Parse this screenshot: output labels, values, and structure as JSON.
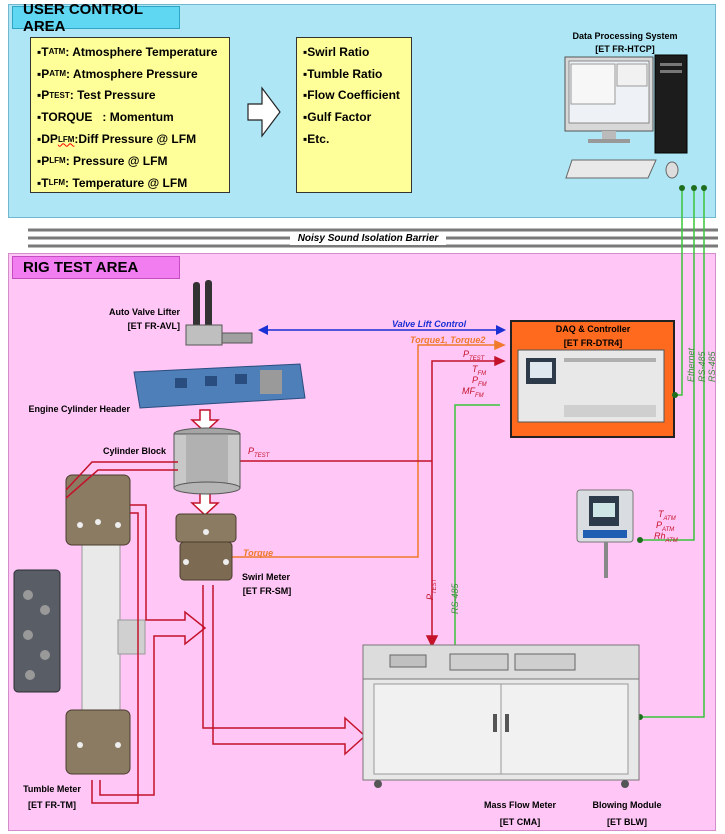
{
  "user_area": {
    "title": "USER CONTROL AREA",
    "left_params": [
      {
        "main": "T",
        "sub": "ATM",
        "desc": " : Atmosphere Temperature"
      },
      {
        "main": "P",
        "sub": "ATM",
        "desc": " : Atmosphere Pressure"
      },
      {
        "main": "P",
        "sub": "TEST",
        "desc": " : Test Pressure"
      },
      {
        "main": "TORQUE",
        "sub": "",
        "desc": "   : Momentum"
      },
      {
        "main": "DP",
        "sub": "LFM",
        "desc": ":Diff Pressure @ LFM"
      },
      {
        "main": "P",
        "sub": "LFM",
        "desc": ": Pressure @ LFM"
      },
      {
        "main": "T",
        "sub": "LFM",
        "desc": ": Temperature @ LFM"
      }
    ],
    "right_params": [
      "Swirl Ratio",
      "Tumble Ratio",
      "Flow Coefficient",
      "Gulf Factor",
      "Etc."
    ],
    "dps_title": "Data Processing System",
    "dps_code": "[ET FR-HTCP]"
  },
  "barrier": "Noisy Sound Isolation Barrier",
  "rig_area": {
    "title": "RIG TEST AREA",
    "valve_lifter": "Auto Valve Lifter",
    "valve_lifter_code": "[ET FR-AVL]",
    "cylinder_header": "Engine Cylinder Header",
    "cylinder_block": "Cylinder Block",
    "swirl_meter": "Swirl Meter",
    "swirl_meter_code": "[ET FR-SM]",
    "tumble_meter": "Tumble Meter",
    "tumble_meter_code": "[ET FR-TM]",
    "mass_flow": "Mass Flow Meter",
    "mass_flow_code": "[ET CMA]",
    "blowing": "Blowing Module",
    "blowing_code": "[ET BLW]",
    "daq_title": "DAQ & Controller",
    "daq_code": "[ET FR-DTR4]"
  },
  "signals": {
    "valve_lift_control": "Valve Lift Control",
    "torque12": "Torque1, Torque2",
    "ptest": {
      "main": "P",
      "sub": "TEST"
    },
    "tfm": {
      "main": "T",
      "sub": "FM"
    },
    "pfm": {
      "main": "P",
      "sub": "FM"
    },
    "mffm": {
      "main": "MF",
      "sub": "FM"
    },
    "ptest_block": {
      "main": "P",
      "sub": "TEST"
    },
    "torque": "Torque",
    "ptest_vertical": {
      "main": "P",
      "sub": "TEST"
    },
    "rs485_vertical": "RS-485",
    "ethernet": "Ethernet",
    "rs485_a": "RS-485",
    "rs485_b": "RS-485",
    "tatm": {
      "main": "T",
      "sub": "ATM"
    },
    "patm": {
      "main": "P",
      "sub": "ATM"
    },
    "rhatm": {
      "main": "Rh",
      "sub": "ATM"
    }
  },
  "colors": {
    "user_bg": "#aee6f5",
    "rig_bg": "#ffc6f6",
    "param_bg": "#ffff99",
    "daq_bg": "#ff6a1f",
    "blue_signal": "#1a2fd4",
    "orange_signal": "#f07a2c",
    "red_signal": "#c4122a",
    "green_signal": "#3cc43c"
  }
}
